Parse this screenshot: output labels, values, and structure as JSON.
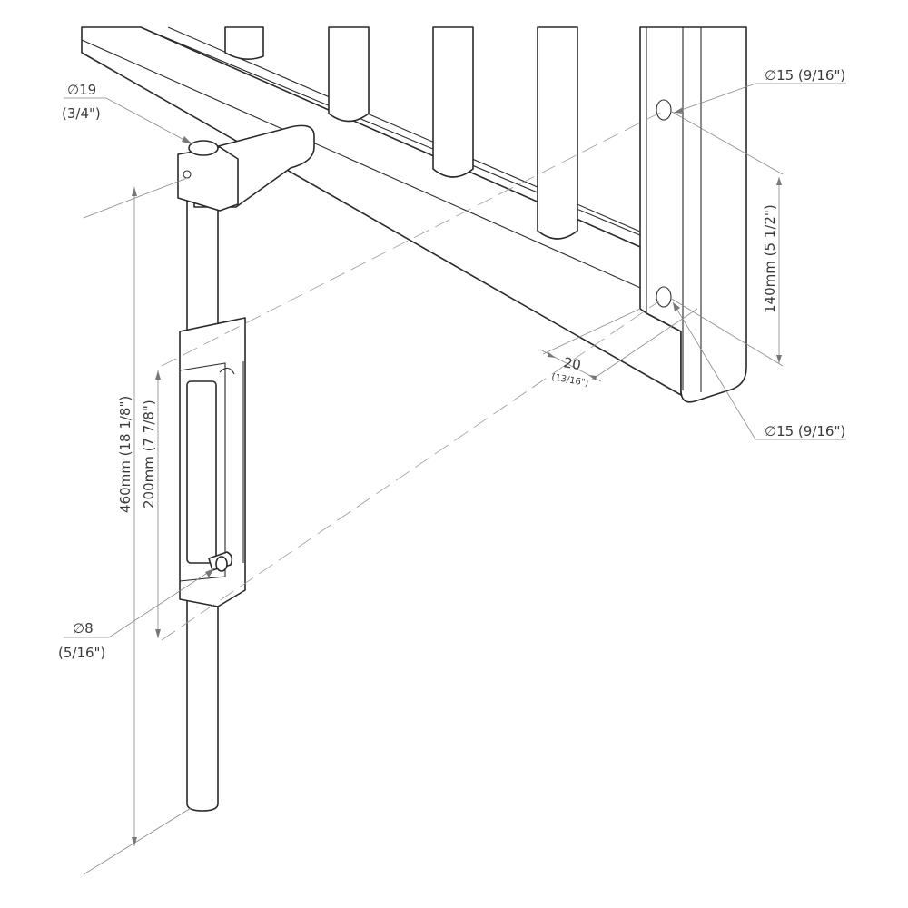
{
  "labels": {
    "top_pin_diameter": "∅19",
    "top_pin_diameter_in": "(3/4\")",
    "hole_top": "∅15 (9/16\")",
    "hole_bottom": "∅15 (9/16\")",
    "hole_spacing": "140mm (5 1/2\")",
    "edge_offset": "20",
    "edge_offset_in": "(13/16\")",
    "bolt_length": "460mm (18 1/8\")",
    "bracket_length": "200mm (7 7/8\")",
    "bottom_pin_diameter": "∅8",
    "bottom_pin_diameter_in": "(5/16\")"
  },
  "colors": {
    "line": "#2a2a2a",
    "dimension": "#888888",
    "text": "#3a3a3a",
    "background": "#ffffff"
  }
}
